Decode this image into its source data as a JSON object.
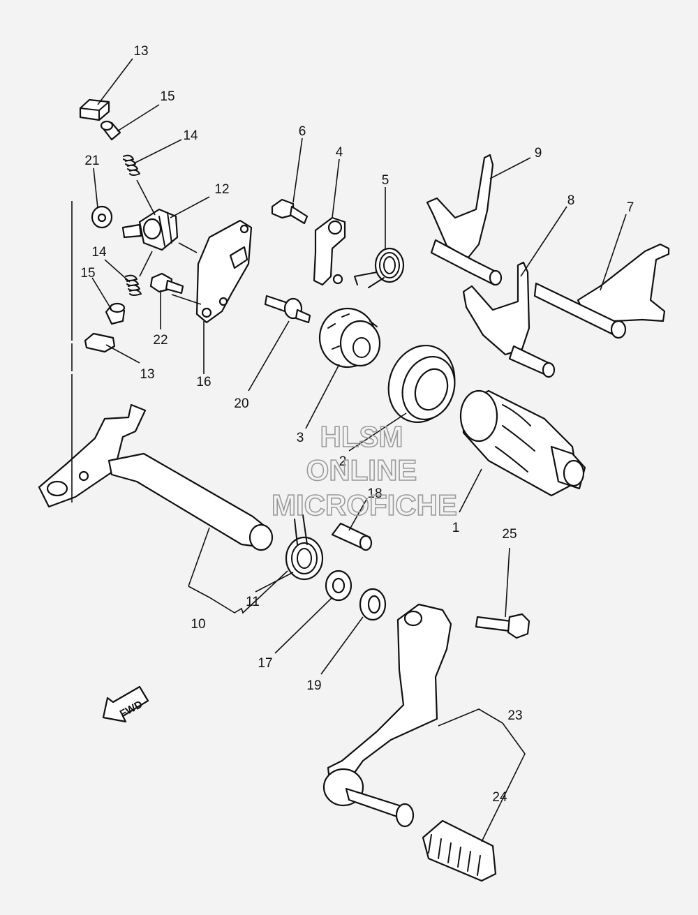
{
  "labels": [
    {
      "id": "1",
      "text": "1"
    },
    {
      "id": "2",
      "text": "2"
    },
    {
      "id": "3",
      "text": "3"
    },
    {
      "id": "4",
      "text": "4"
    },
    {
      "id": "5",
      "text": "5"
    },
    {
      "id": "6",
      "text": "6"
    },
    {
      "id": "7",
      "text": "7"
    },
    {
      "id": "8",
      "text": "8"
    },
    {
      "id": "9",
      "text": "9"
    },
    {
      "id": "10",
      "text": "10"
    },
    {
      "id": "11",
      "text": "11"
    },
    {
      "id": "12",
      "text": "12"
    },
    {
      "id": "13a",
      "text": "13"
    },
    {
      "id": "13b",
      "text": "13"
    },
    {
      "id": "14a",
      "text": "14"
    },
    {
      "id": "14b",
      "text": "14"
    },
    {
      "id": "15a",
      "text": "15"
    },
    {
      "id": "15b",
      "text": "15"
    },
    {
      "id": "16",
      "text": "16"
    },
    {
      "id": "17",
      "text": "17"
    },
    {
      "id": "18",
      "text": "18"
    },
    {
      "id": "19",
      "text": "19"
    },
    {
      "id": "20",
      "text": "20"
    },
    {
      "id": "21",
      "text": "21"
    },
    {
      "id": "22",
      "text": "22"
    },
    {
      "id": "23",
      "text": "23"
    },
    {
      "id": "24",
      "text": "24"
    },
    {
      "id": "25",
      "text": "25"
    }
  ],
  "watermark": {
    "line1": "HLSM",
    "line2": "ONLINE",
    "line3": "MICROFICHE"
  },
  "direction_arrow": {
    "text": "FWD"
  },
  "colors": {
    "background": "#f3f3f3",
    "ink": "#111111",
    "watermark": "#9a9a9a"
  }
}
